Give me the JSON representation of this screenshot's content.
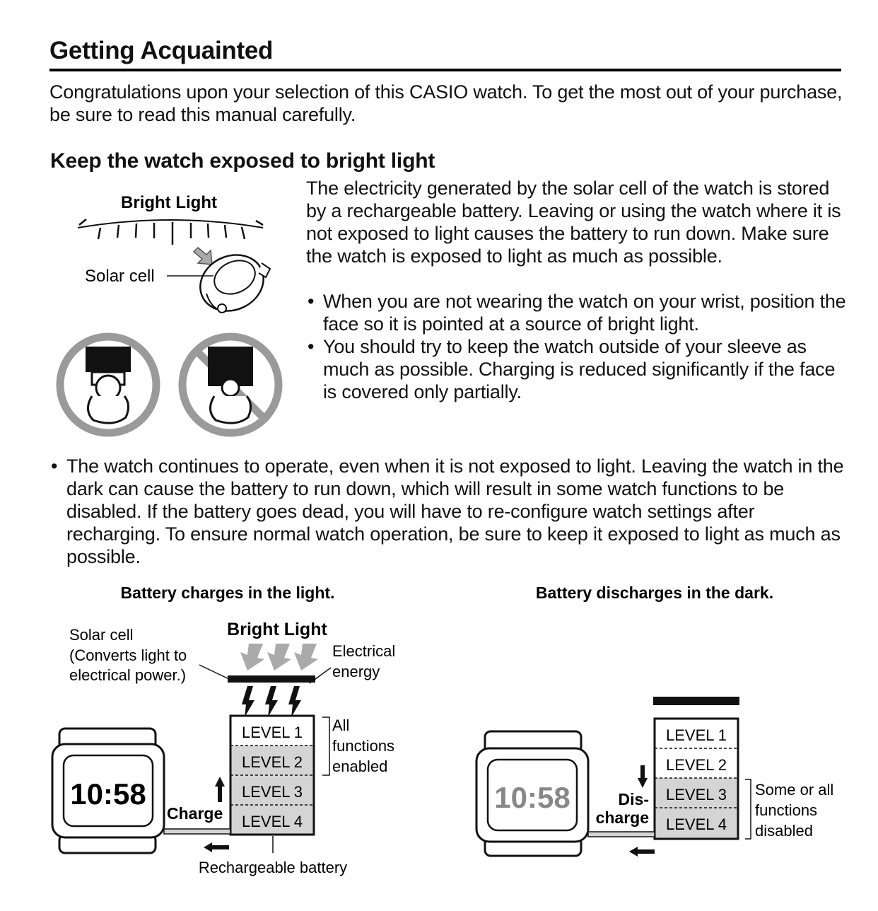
{
  "header": {
    "title": "Getting Acquainted"
  },
  "intro": {
    "text": "Congratulations upon your selection of this CASIO watch. To get the most out of your purchase, be sure to read this manual carefully."
  },
  "section": {
    "heading": "Keep the watch exposed to bright light",
    "paragraph": "The electricity generated by the solar cell of the watch is stored by a rechargeable battery. Leaving or using the watch where it is not exposed to light causes the battery to run down. Make sure the watch is exposed to light as much as possible.",
    "bullets": [
      "When you are not wearing the watch on your wrist, position the face so it is pointed at a source of bright light.",
      "You should try to keep the watch outside of your sleeve as much as possible. Charging is reduced significantly if the face is covered only partially."
    ],
    "bottom_bullet": "The watch continues to operate, even when it is not exposed to light. Leaving the watch in the dark can cause the battery to run down, which will result in some watch functions to be disabled. If the battery goes dead, you will have to re-configure watch settings after recharging. To ensure normal watch operation, be sure to keep it exposed to light as much as possible."
  },
  "figure_top": {
    "bright_light": "Bright Light",
    "solar_cell": "Solar cell"
  },
  "charge_diagram": {
    "caption": "Battery charges in the light.",
    "bright_light": "Bright Light",
    "solar_cell_line1": "Solar cell",
    "solar_cell_line2": "(Converts light to",
    "solar_cell_line3": "electrical power.)",
    "electrical_line1": "Electrical",
    "electrical_line2": "energy",
    "levels": [
      "LEVEL 1",
      "LEVEL 2",
      "LEVEL 3",
      "LEVEL 4"
    ],
    "all_line1": "All",
    "all_line2": "functions",
    "all_line3": "enabled",
    "charge": "Charge",
    "battery": "Rechargeable battery",
    "time": "10:58"
  },
  "discharge_diagram": {
    "caption": "Battery discharges in the dark.",
    "levels": [
      "LEVEL 1",
      "LEVEL 2",
      "LEVEL 3",
      "LEVEL 4"
    ],
    "dis_line1": "Dis-",
    "dis_line2": "charge",
    "some_line1": "Some or all",
    "some_line2": "functions",
    "some_line3": "disabled",
    "time": "10:58"
  },
  "colors": {
    "ink": "#111111",
    "shade": "#d4d4d4",
    "grey_arrow": "#aaaaaa",
    "ring": "#9a9a9a"
  }
}
